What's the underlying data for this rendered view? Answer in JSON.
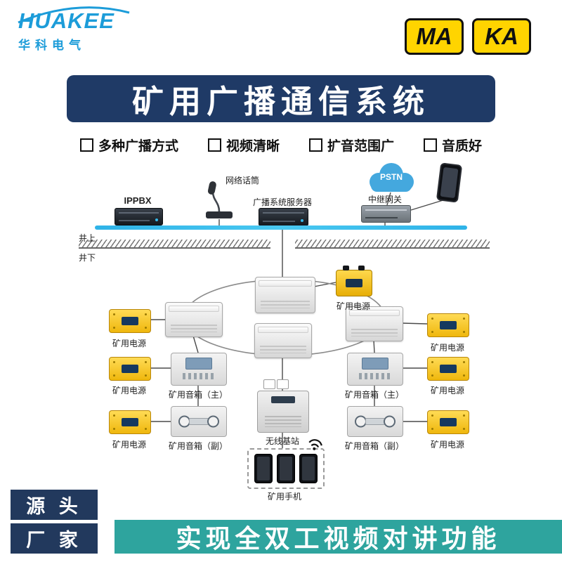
{
  "header": {
    "brand_name": "HUAKEE",
    "brand_sub": "华科电气",
    "cert_left": "MA",
    "cert_right": "KA"
  },
  "title": "矿用广播通信系统",
  "features": [
    {
      "label": "多种广播方式"
    },
    {
      "label": "视频清晰"
    },
    {
      "label": "扩音范围广"
    },
    {
      "label": "音质好"
    }
  ],
  "diagram": {
    "labels": {
      "network_mic": "网络话筒",
      "pstn": "PSTN",
      "ippbx": "IPPBX",
      "server": "广播系统服务器",
      "gateway": "中继网关",
      "surface": "井上",
      "underground": "井下",
      "power": "矿用电源",
      "speaker_main": "矿用音箱（主）",
      "speaker_sub": "矿用音箱（副）",
      "base_station": "无线基站",
      "mine_phone": "矿用手机"
    }
  },
  "footer": {
    "badge_top": "源 头",
    "badge_bottom": "厂 家",
    "banner": "实现全双工视频对讲功能"
  },
  "colors": {
    "brand_blue": "#1C9CD9",
    "navy": "#1F3A66",
    "cert_yellow": "#FFD400",
    "bus_cyan": "#35B9EA",
    "device_yellow": "#F2BE12",
    "teal": "#2EA49E"
  }
}
